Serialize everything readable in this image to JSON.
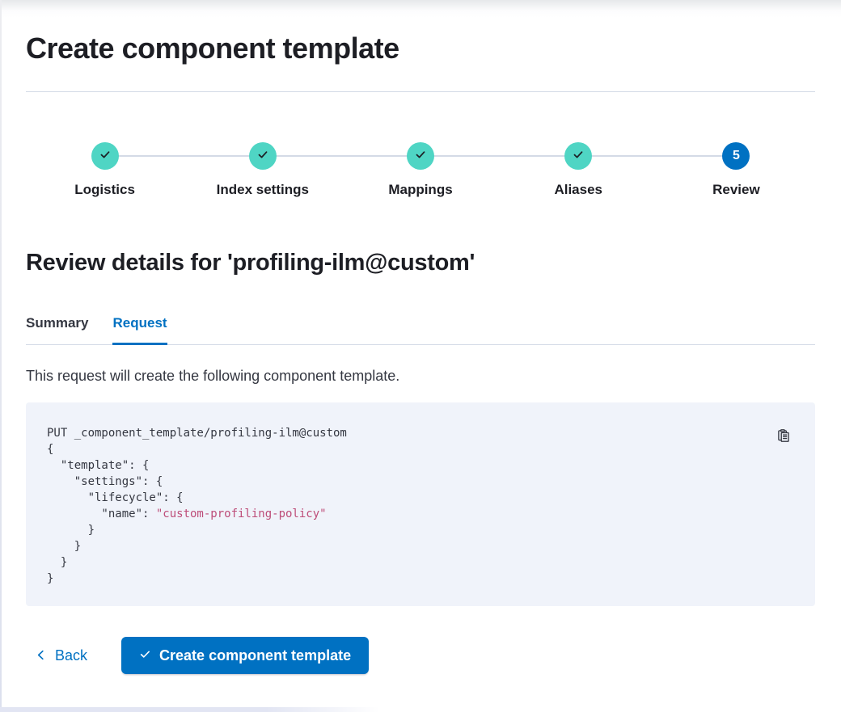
{
  "header": {
    "title": "Create component template"
  },
  "steps": [
    {
      "label": "Logistics",
      "status": "complete",
      "icon": "check-icon"
    },
    {
      "label": "Index settings",
      "status": "complete",
      "icon": "check-icon"
    },
    {
      "label": "Mappings",
      "status": "complete",
      "icon": "check-icon"
    },
    {
      "label": "Aliases",
      "status": "complete",
      "icon": "check-icon"
    },
    {
      "label": "Review",
      "status": "current",
      "number": "5"
    }
  ],
  "review": {
    "heading": "Review details for 'profiling-ilm@custom'",
    "tabs": [
      {
        "label": "Summary",
        "active": false
      },
      {
        "label": "Request",
        "active": true
      }
    ],
    "description": "This request will create the following component template."
  },
  "code": {
    "request_line": "PUT _component_template/profiling-ilm@custom",
    "lines_before": [
      "{",
      "  \"template\": {",
      "    \"settings\": {",
      "      \"lifecycle\": {"
    ],
    "name_line": {
      "prefix": "        \"name\": ",
      "string": "\"custom-profiling-policy\""
    },
    "lines_after": [
      "      }",
      "    }",
      "  }",
      "}"
    ],
    "copy_icon": "copy-clipboard-icon"
  },
  "footer": {
    "back_label": "Back",
    "create_label": "Create component template"
  },
  "colors": {
    "primary_blue": "#0071C2",
    "step_complete_teal": "#4FD5C4",
    "step_current_blue": "#0071C2",
    "code_background": "#F0F3FA",
    "code_string_pink": "#BD4C78",
    "heading_text": "#1D1E24",
    "body_text": "#343741",
    "divider": "#D3DAE6"
  }
}
